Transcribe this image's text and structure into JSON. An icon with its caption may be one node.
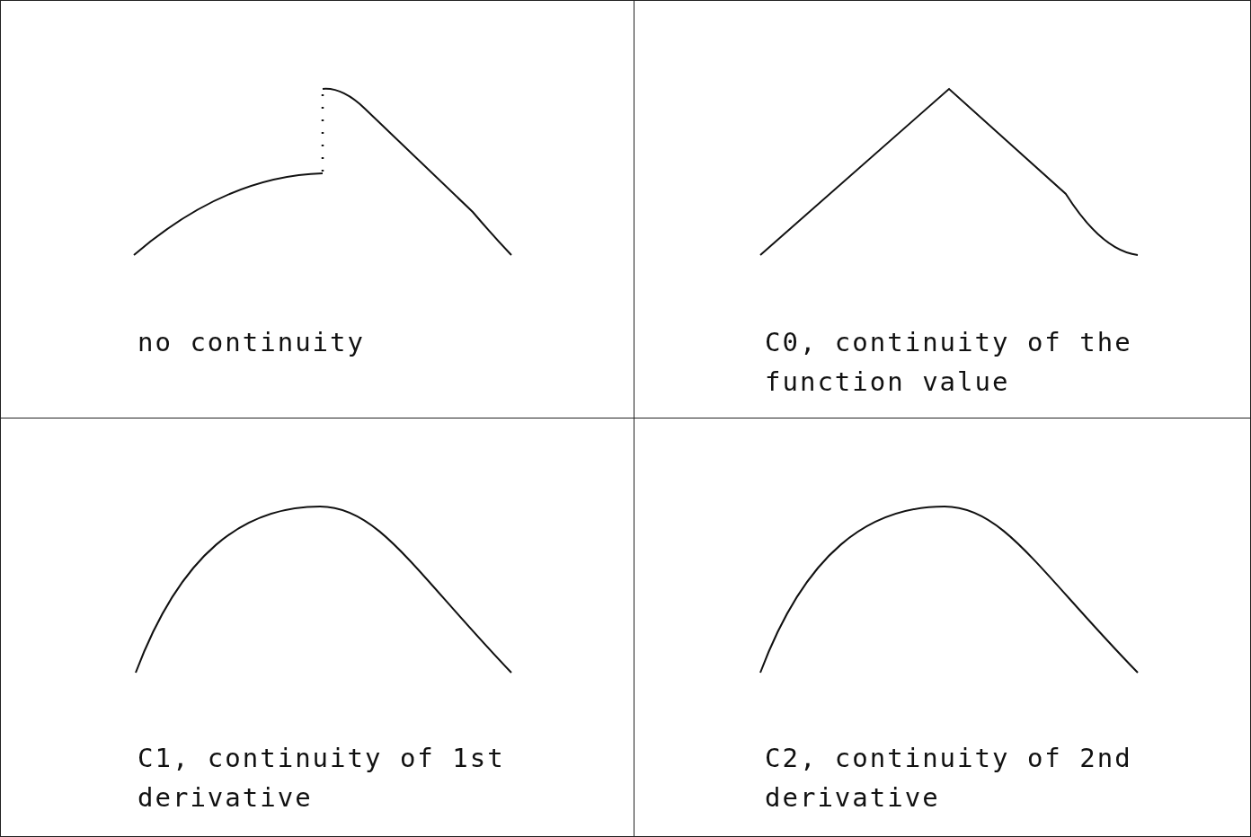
{
  "diagram": {
    "nodes": [
      {
        "text": [
          "no continuity"
        ]
      },
      {
        "text": [
          "C0, continuity of the function value"
        ]
      },
      {
        "text": [
          "C1, continuity of 1st derivative"
        ]
      },
      {
        "text": [
          "C2, continuity of 2nd derivative"
        ]
      }
    ]
  }
}
